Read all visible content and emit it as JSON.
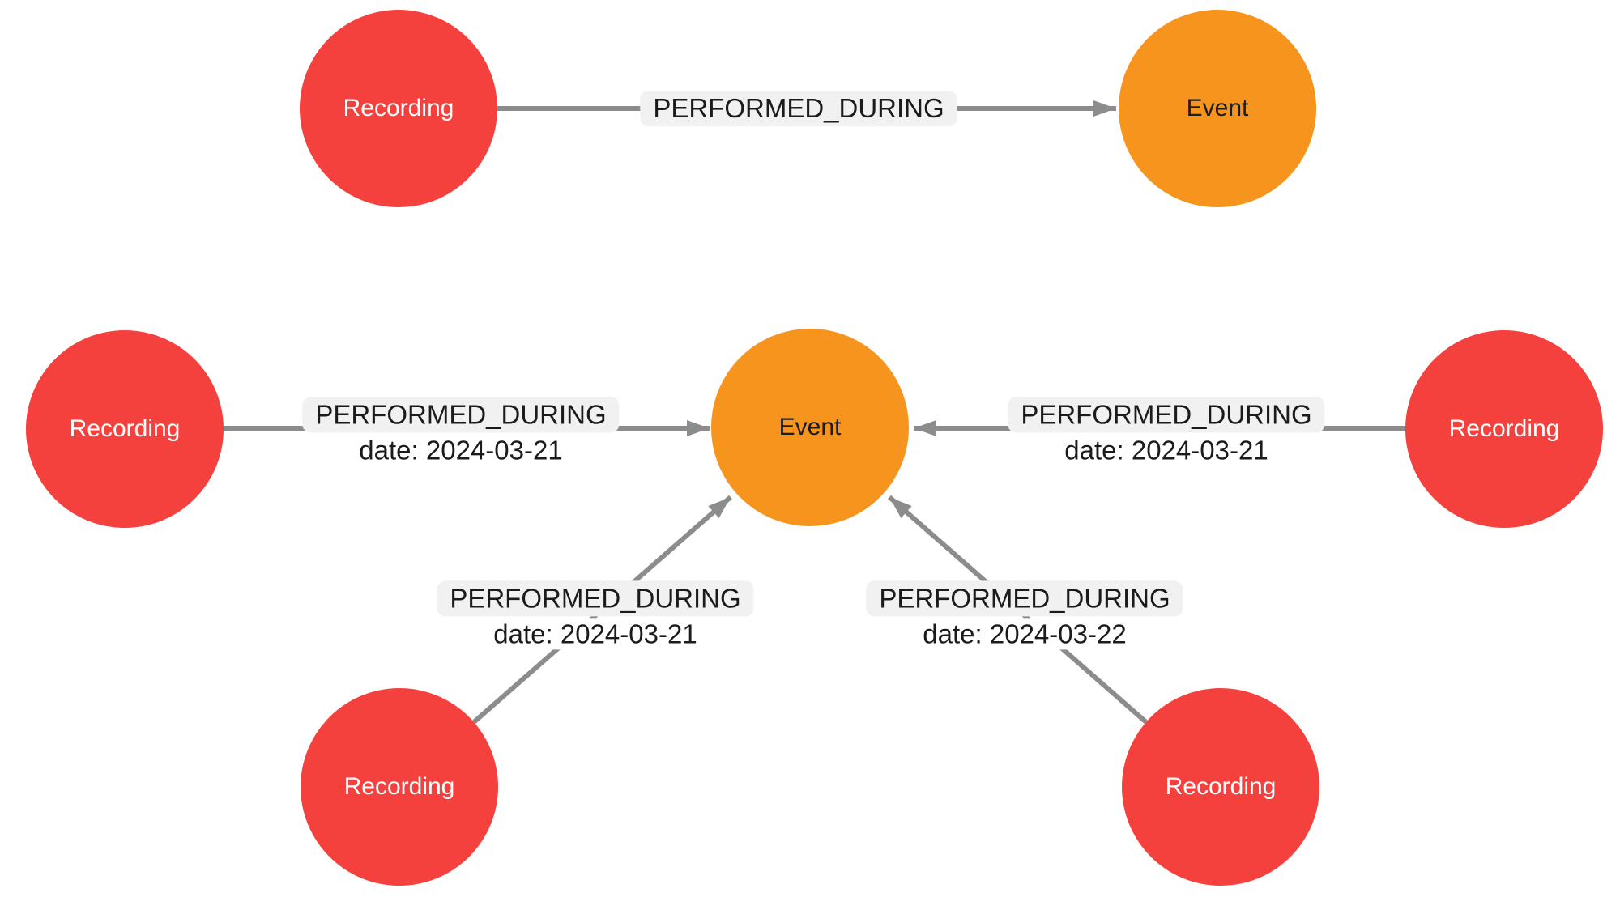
{
  "graph": {
    "colors": {
      "recording_node_color": "#F5413E",
      "event_node_color": "#F7941D",
      "edge_color": "#8C8C8C",
      "label_bg_color": "#F1F1F1",
      "label_text_color": "#1B1B1B",
      "recording_text_color": "#FFFFFF",
      "event_text_color": "#1C1C1C",
      "background_color": "#FFFFFF"
    },
    "nodes": [
      {
        "id": "recording-top",
        "label": "Recording",
        "type": "Recording"
      },
      {
        "id": "event-top",
        "label": "Event",
        "type": "Event"
      },
      {
        "id": "recording-mid-left",
        "label": "Recording",
        "type": "Recording"
      },
      {
        "id": "event-center",
        "label": "Event",
        "type": "Event"
      },
      {
        "id": "recording-mid-right",
        "label": "Recording",
        "type": "Recording"
      },
      {
        "id": "recording-bottom-left",
        "label": "Recording",
        "type": "Recording"
      },
      {
        "id": "recording-bottom-right",
        "label": "Recording",
        "type": "Recording"
      }
    ],
    "edges": [
      {
        "from": "recording-top",
        "to": "event-top",
        "label": "PERFORMED_DURING",
        "property_text": ""
      },
      {
        "from": "recording-mid-left",
        "to": "event-center",
        "label": "PERFORMED_DURING",
        "property_text": "date: 2024-03-21"
      },
      {
        "from": "recording-mid-right",
        "to": "event-center",
        "label": "PERFORMED_DURING",
        "property_text": "date: 2024-03-21"
      },
      {
        "from": "recording-bottom-left",
        "to": "event-center",
        "label": "PERFORMED_DURING",
        "property_text": "date: 2024-03-21"
      },
      {
        "from": "recording-bottom-right",
        "to": "event-center",
        "label": "PERFORMED_DURING",
        "property_text": "date: 2024-03-22"
      }
    ]
  }
}
